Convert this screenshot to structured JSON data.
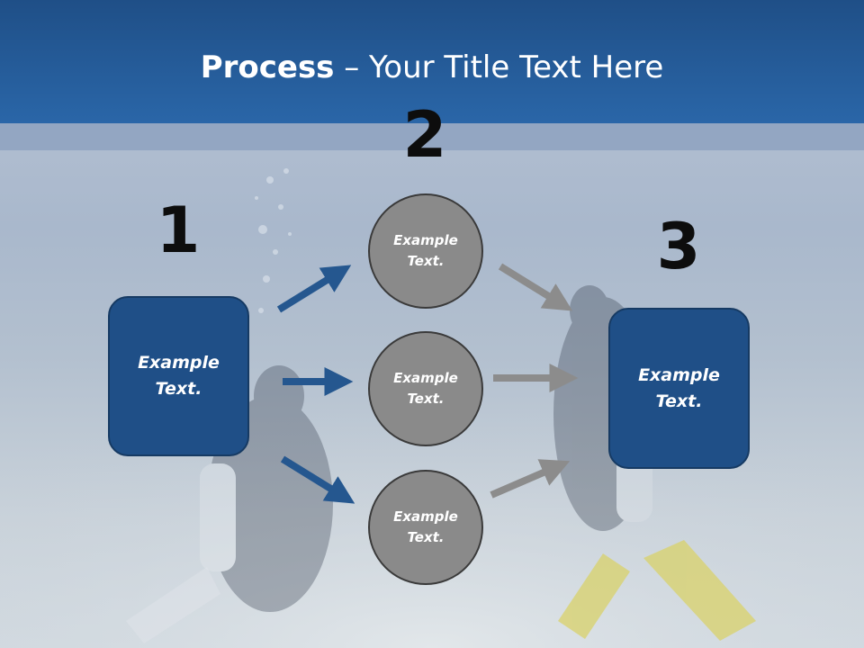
{
  "slide": {
    "title_bold": "Process",
    "title_rest": " – Your Title Text Here"
  },
  "steps": {
    "one": {
      "number": "1",
      "text": "Example Text."
    },
    "two": {
      "number": "2"
    },
    "three": {
      "number": "3",
      "text": "Example Text."
    }
  },
  "circles": [
    {
      "text": "Example Text."
    },
    {
      "text": "Example Text."
    },
    {
      "text": "Example Text."
    }
  ],
  "colors": {
    "header": "#2a66a8",
    "box_fill": "#1f4f87",
    "circle_fill": "#8a8a8a",
    "arrow_blue": "#25578f",
    "arrow_gray": "#8c8c8c"
  }
}
